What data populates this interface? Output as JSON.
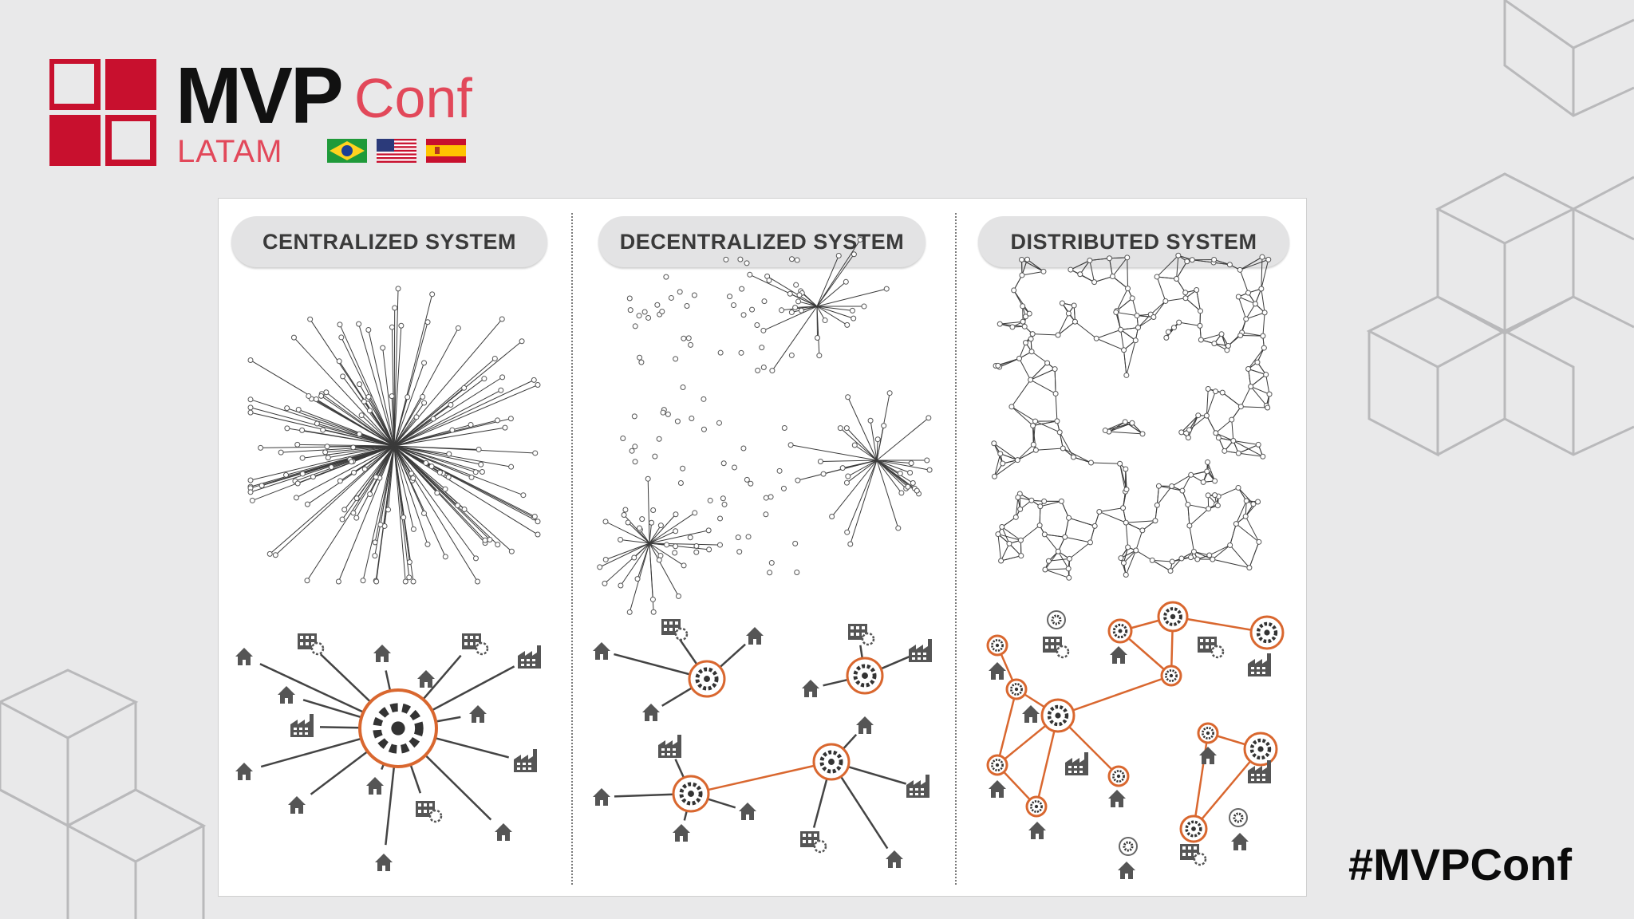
{
  "logo": {
    "brand": "MVP",
    "conf": "Conf",
    "region": "LATAM",
    "flags": [
      "brazil-flag-icon",
      "usa-flag-icon",
      "spain-flag-icon"
    ]
  },
  "columns": [
    {
      "title": "CENTRALIZED SYSTEM"
    },
    {
      "title": "DECENTRALIZED SYSTEM"
    },
    {
      "title": "DISTRIBUTED SYSTEM"
    }
  ],
  "icons": [
    "house-icon",
    "factory-icon",
    "office-gear-icon",
    "hub-gear-icon"
  ],
  "colors": {
    "accent": "#e2485a",
    "hub": "#d9672f",
    "icon": "#555555",
    "edge": "#333333",
    "background": "#e9e9ea"
  },
  "hashtag": "#MVPConf"
}
